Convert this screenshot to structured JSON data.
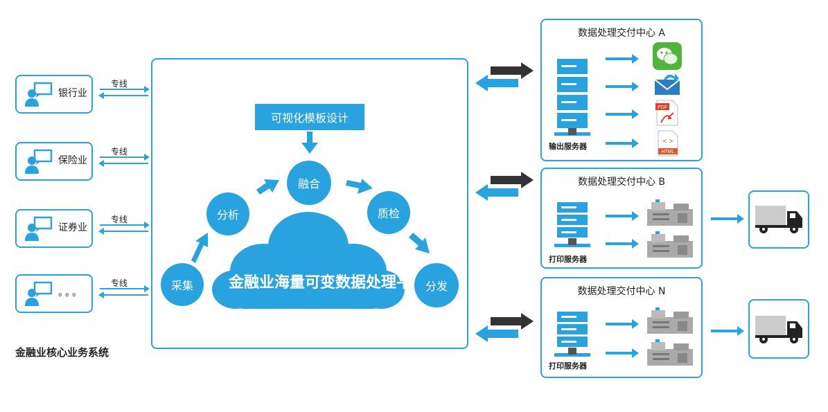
{
  "clients": [
    {
      "label": "银行业",
      "line": "专线"
    },
    {
      "label": "保险业",
      "line": "专线"
    },
    {
      "label": "证券业",
      "line": "专线"
    },
    {
      "label": "。。。",
      "line": "专线"
    }
  ],
  "system_label": "金融业核心业务系统",
  "platform": {
    "template_design": "可视化模板设计",
    "nodes": {
      "collect": "采集",
      "analyze": "分析",
      "merge": "融合",
      "qc": "质检",
      "distribute": "分发"
    },
    "center_title": "金融业海量可变数据处理平台"
  },
  "centers": [
    {
      "title": "数据处理交付中心 A",
      "server": "输出服务器"
    },
    {
      "title": "数据处理交付中心 B",
      "server": "打印服务器"
    },
    {
      "title": "数据处理交付中心 N",
      "server": "打印服务器"
    }
  ],
  "icons": {
    "client": "user-chat-icon",
    "server": "server-rack-icon",
    "wechat": "wechat-icon",
    "email": "email-icon",
    "pdf": "pdf-icon",
    "html": "html-icon",
    "printer": "printer-icon",
    "truck": "truck-icon"
  },
  "html_icon_text": "HTML",
  "pdf_icon_text": "PDF",
  "colors": {
    "accent": "#29a3e0",
    "dark_arrow": "#333333"
  }
}
